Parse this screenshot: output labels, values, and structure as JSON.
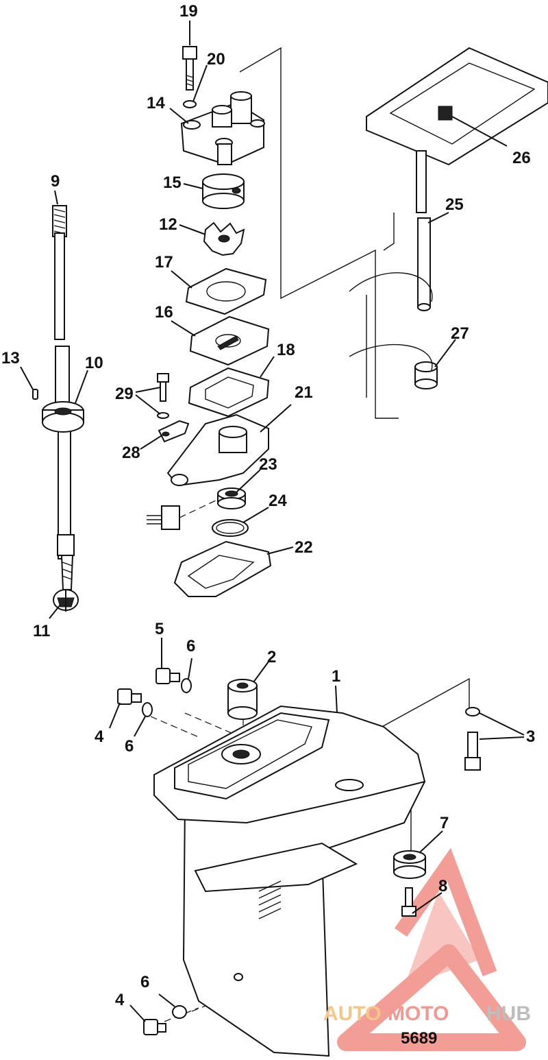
{
  "diagram": {
    "figure_number": "5689",
    "callouts": {
      "c1": "1",
      "c2": "2",
      "c3": "3",
      "c4a": "4",
      "c4b": "4",
      "c5": "5",
      "c6a": "6",
      "c6b": "6",
      "c6c": "6",
      "c7": "7",
      "c8": "8",
      "c9": "9",
      "c10": "10",
      "c11": "11",
      "c12": "12",
      "c13": "13",
      "c14": "14",
      "c15": "15",
      "c16": "16",
      "c17": "17",
      "c18": "18",
      "c19": "19",
      "c20": "20",
      "c21": "21",
      "c22": "22",
      "c23": "23",
      "c24": "24",
      "c25": "25",
      "c26": "26",
      "c27": "27",
      "c28": "28",
      "c29": "29"
    }
  },
  "watermark": {
    "word_auto": "AUTO",
    "word_moto": "MOTO",
    "word_hub": "HUB",
    "colors": {
      "auto": "#f5c58a",
      "moto": "#f29a92",
      "hub": "#bdbdbd",
      "triangle": "#f08c84"
    }
  }
}
